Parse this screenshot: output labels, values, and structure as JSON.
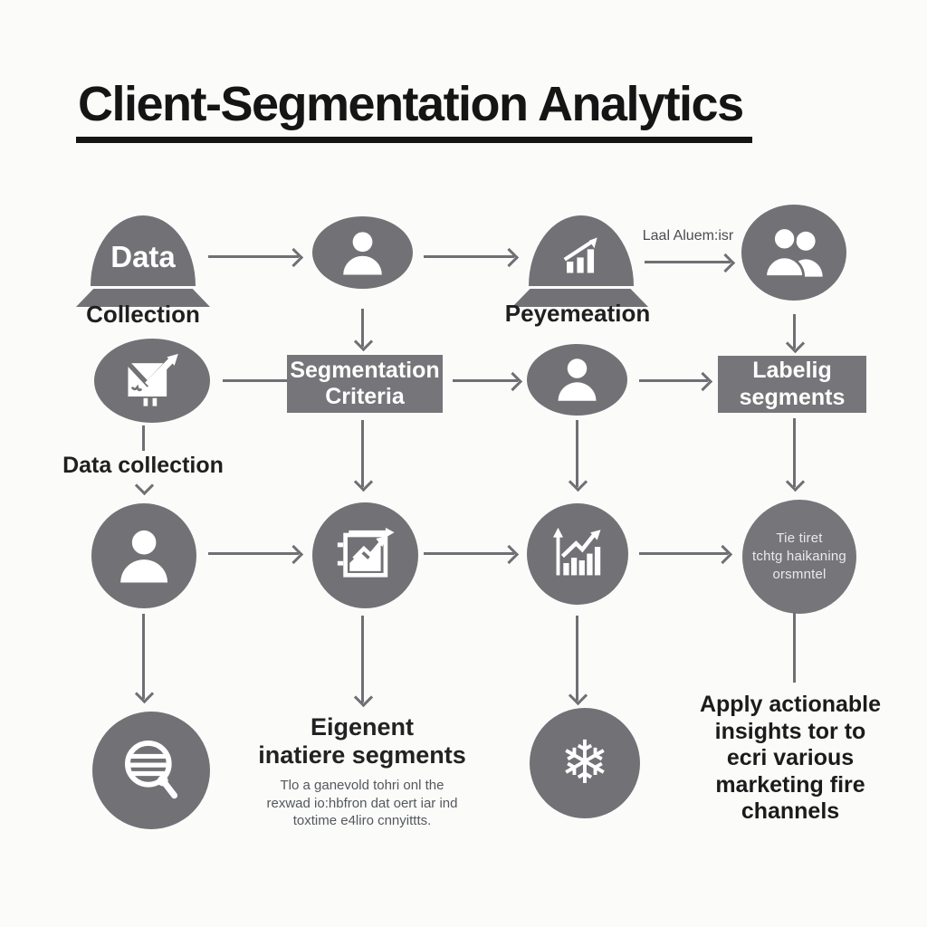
{
  "title": "Client-Segmentation Analytics",
  "flow": {
    "row1": {
      "data_node": {
        "inside": "Data",
        "label": "Collection"
      },
      "performance_node": {
        "label": "Peyemeation"
      },
      "arrow_label": "Laal Aluem:isr"
    },
    "row2": {
      "segmentation_box": {
        "line1": "Segmentation",
        "line2": "Criteria"
      },
      "labeling_box": {
        "line1": "Labelig",
        "line2": "segments"
      }
    },
    "left_label": "Data collection",
    "row3": {
      "target_circle": {
        "line1": "Tie tiret",
        "line2": "tchtg haikaning",
        "line3": "orsmntel"
      }
    },
    "row4": {
      "segments_heading": {
        "line1": "Eigenent",
        "line2": "inatiere segments"
      },
      "segments_note": {
        "line1": "Tlo a ganevold tohri onl the",
        "line2": "rexwad io:hbfron dat oert iar ind",
        "line3": "toxtime e4liro cnnyittts."
      },
      "insights": {
        "line1": "Apply actionable",
        "line2": "insights tor to",
        "line3": "ecri various",
        "line4": "marketing fire",
        "line5": "channels"
      }
    }
  },
  "icons": {
    "snowflake_glyph": "❄",
    "names": [
      "person-icon",
      "two-people-icon",
      "bar-chart-trend-icon",
      "envelope-trend-icon",
      "presentation-chart-icon",
      "bar-chart-axis-icon",
      "magnifier-icon",
      "snowflake-icon"
    ]
  },
  "colors": {
    "shape_gray": "#717176",
    "box_gray": "#76767a",
    "arrow_gray": "#6f6f74",
    "title_black": "#151515",
    "muted_text": "#54585c",
    "background": "#fbfbfa"
  }
}
